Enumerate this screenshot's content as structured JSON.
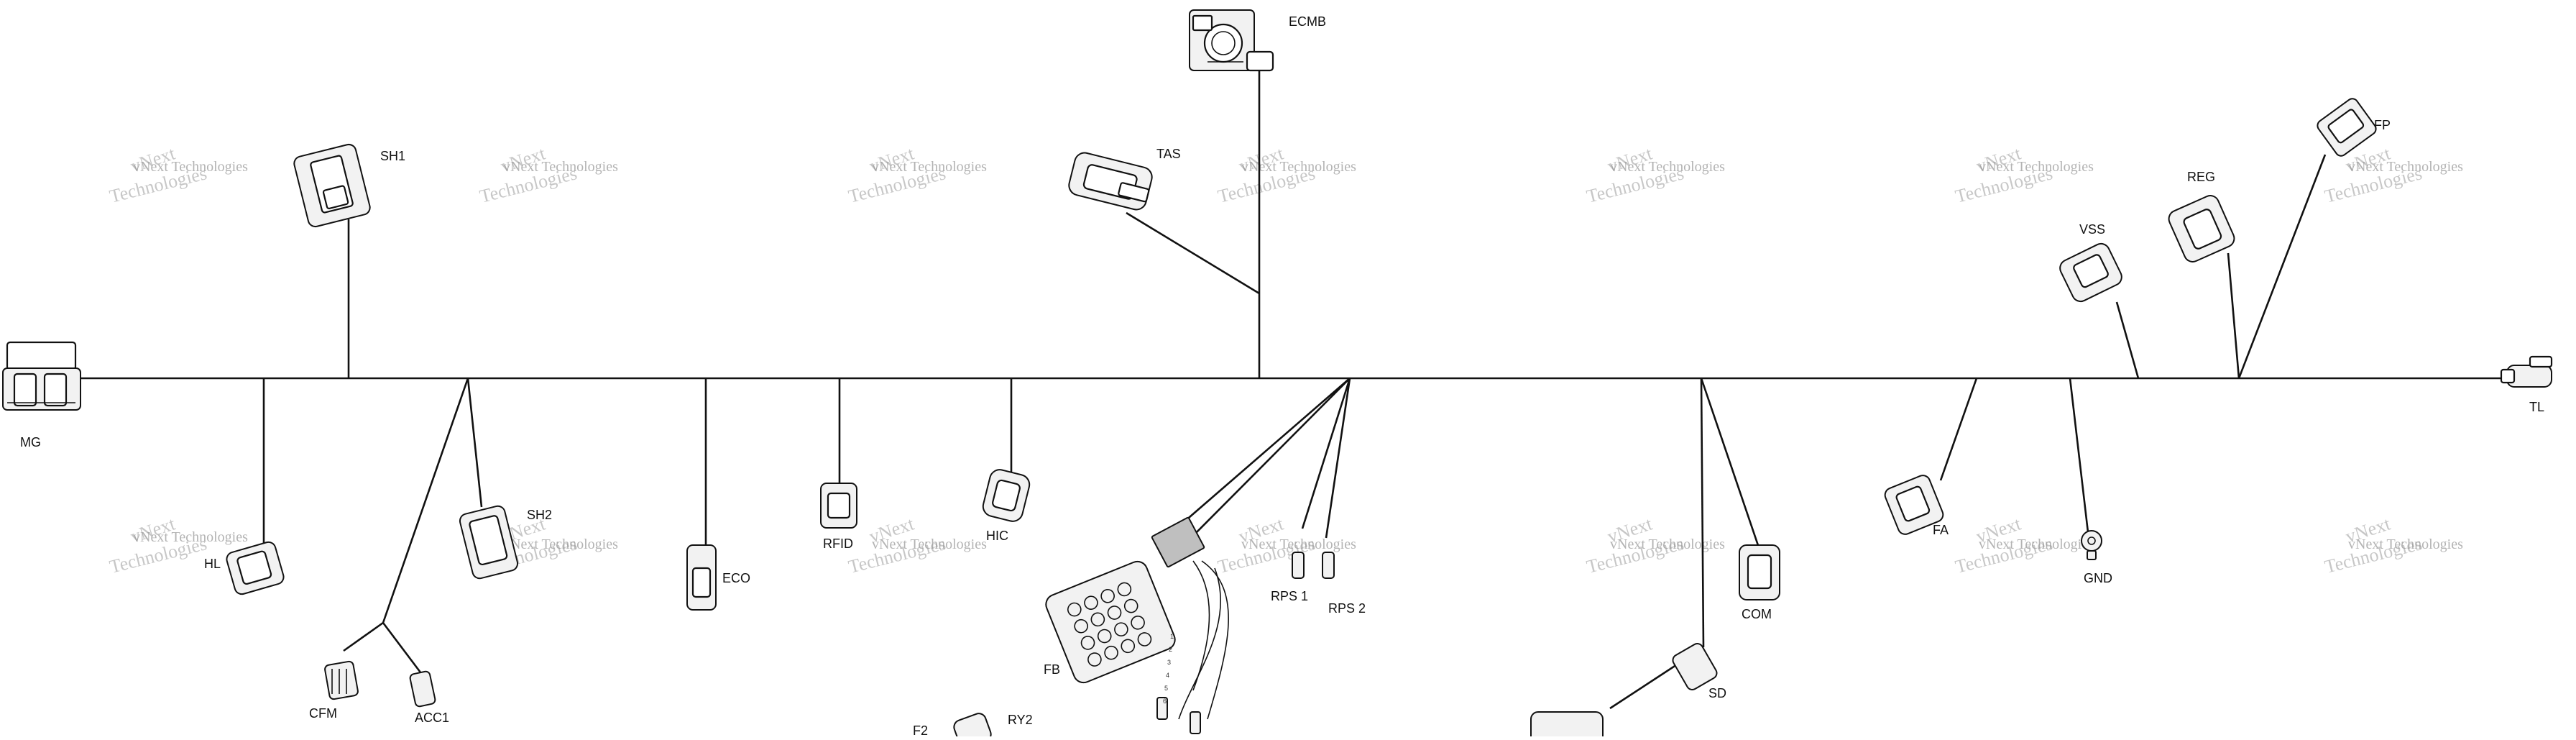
{
  "connectors": {
    "ECMB": "ECMB",
    "SH1": "SH1",
    "TAS": "TAS",
    "FP": "FP",
    "REG": "REG",
    "VSS": "VSS",
    "MG": "MG",
    "TL": "TL",
    "HL": "HL",
    "SH2": "SH2",
    "CFM": "CFM",
    "ACC1": "ACC1",
    "ECO": "ECO",
    "RFID": "RFID",
    "HIC": "HIC",
    "FB": "FB",
    "RPS1": "RPS 1",
    "RPS2": "RPS 2",
    "COM": "COM",
    "SD": "SD",
    "FA": "FA",
    "GND": "GND",
    "F2": "F2",
    "RY2": "RY2"
  },
  "fuse_numbers": [
    "1",
    "2",
    "3",
    "4",
    "5",
    "6"
  ],
  "watermark": {
    "line1": "vNext Technologies",
    "line2": "Technologies",
    "line2_prefix": "vNext"
  }
}
